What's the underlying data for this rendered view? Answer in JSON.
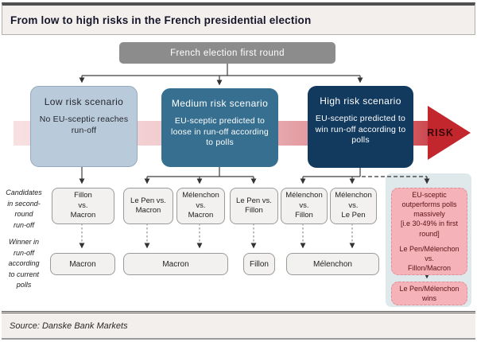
{
  "header": {
    "title": "From low to high risks in the French presidential election"
  },
  "footer": {
    "source": "Source: Danske Bank Markets"
  },
  "colors": {
    "header_bg": "#f2efec",
    "node_gray": "#8c8c8c",
    "low": "#b9cbdb",
    "medium": "#366f90",
    "high": "#123a5f",
    "risk_red": "#c1272d",
    "pink": "#f5b3b9",
    "pink_text": "#5c1216",
    "panel": "#dfe9ec"
  },
  "diagram": {
    "root": "French election first round",
    "risk_label": "RISK",
    "scenarios": [
      {
        "title": "Low risk scenario",
        "body": "No EU-sceptic reaches run-off"
      },
      {
        "title": "Medium risk scenario",
        "body": "EU-sceptic predicted to loose in run-off according to polls"
      },
      {
        "title": "High risk scenario",
        "body": "EU-sceptic predicted to win run-off according to polls"
      }
    ],
    "row_labels": {
      "candidates": "Candidates\nin second-\nround\nrun-off",
      "winner": "Winner in\nrun-off\naccording\nto current\npolls"
    },
    "matchups": [
      "Fillon\nvs.\nMacron",
      "Le Pen vs.\nMacron",
      "Mélenchon\nvs.\nMacron",
      "Le Pen vs.\nFillon",
      "Mélenchon\nvs.\nFillon",
      "Mélenchon\nvs.\nLe Pen"
    ],
    "winners": [
      "Macron",
      "Macron",
      "Fillon",
      "Mélenchon"
    ],
    "tail_risk": {
      "surprise": "EU-sceptic\noutperforms polls\nmassively\n[i.e 30-49% in first\nround]",
      "matchup": "Le Pen/Mélenchon\nvs.\nFillon/Macron",
      "result": "Le Pen/Mélenchon\nwins"
    }
  }
}
